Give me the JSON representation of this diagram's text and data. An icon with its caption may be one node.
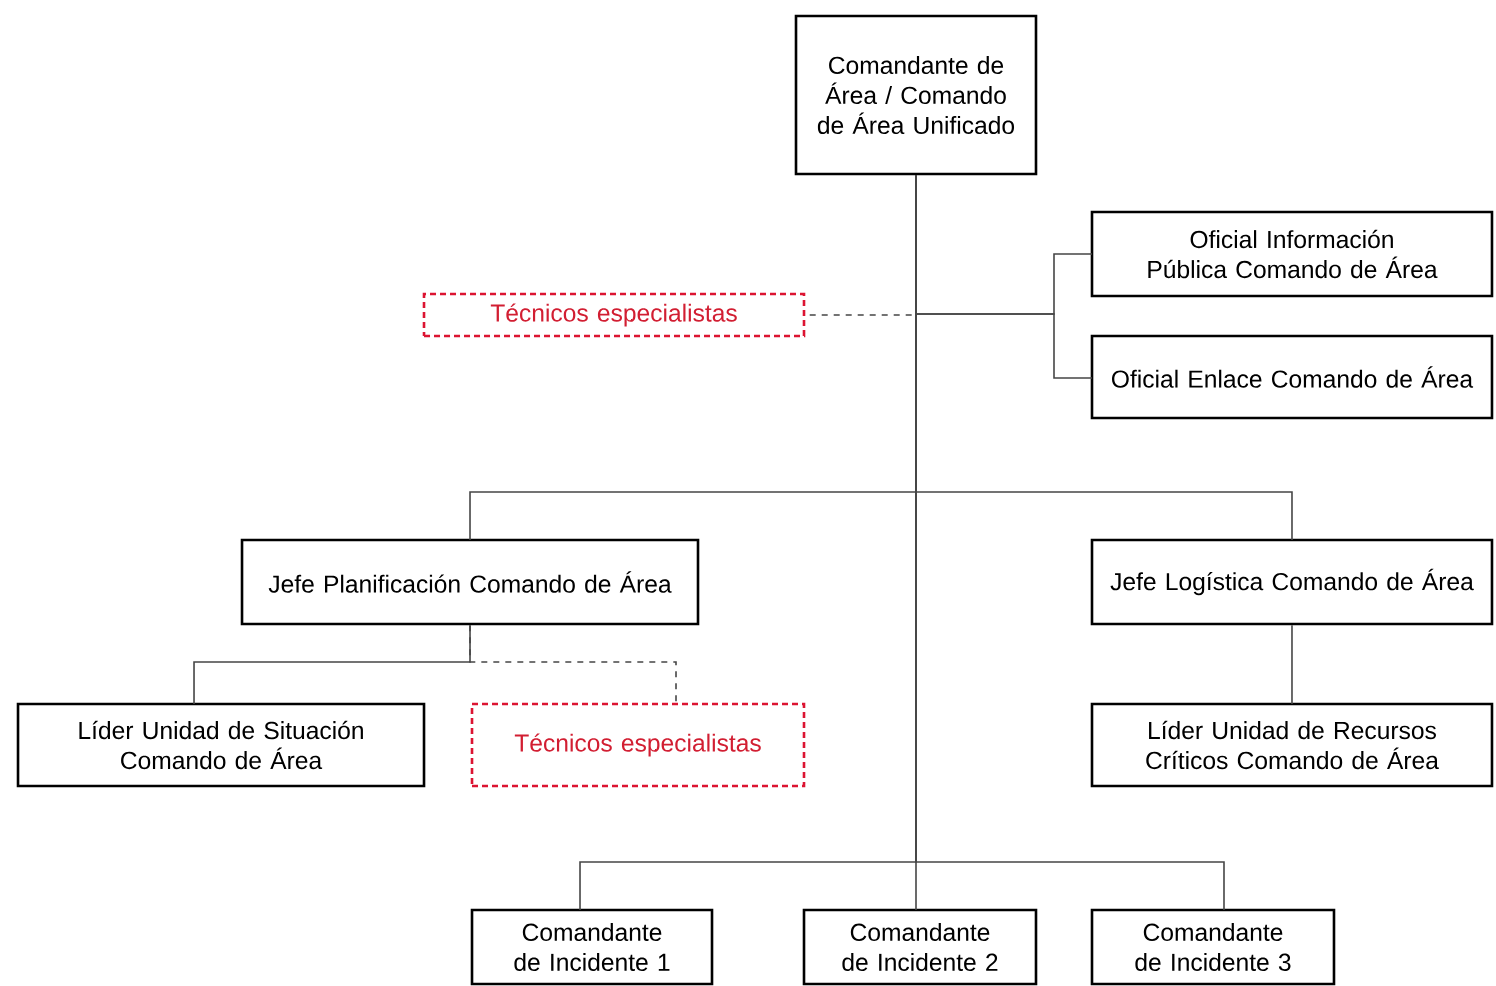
{
  "diagram": {
    "nodes": [
      {
        "text": [
          "Comandante de Área / Comando de Área Unificado"
        ]
      },
      {
        "text": [
          "Oficial Información Pública Comando de Área"
        ]
      },
      {
        "text": [
          "Oficial Enlace Comando de Área"
        ]
      },
      {
        "text": [
          "Técnicos especialistas"
        ]
      },
      {
        "text": [
          "Jefe Planificación Comando de Área"
        ]
      },
      {
        "text": [
          "Jefe Logística Comando de Área"
        ]
      },
      {
        "text": [
          "Líder Unidad de Situación Comando de Área"
        ]
      },
      {
        "text": [
          "Técnicos especialistas"
        ]
      },
      {
        "text": [
          "Líder Unidad de Recursos Críticos Comando de Área"
        ]
      },
      {
        "text": [
          "Comandante de Incidente 1"
        ]
      },
      {
        "text": [
          "Comandante de Incidente 2"
        ]
      },
      {
        "text": [
          "Comandante de Incidente 3"
        ]
      }
    ],
    "edges": [
      {
        "from": 0,
        "to": 1,
        "arrow": "none"
      },
      {
        "from": 0,
        "to": 2,
        "arrow": "none"
      },
      {
        "from": 0,
        "to": 3,
        "arrow": "none",
        "style": "dashed"
      },
      {
        "from": 0,
        "to": 4,
        "arrow": "none"
      },
      {
        "from": 0,
        "to": 5,
        "arrow": "none"
      },
      {
        "from": 4,
        "to": 6,
        "arrow": "none"
      },
      {
        "from": 4,
        "to": 7,
        "arrow": "none",
        "style": "dashed"
      },
      {
        "from": 5,
        "to": 8,
        "arrow": "none"
      },
      {
        "from": 0,
        "to": 9,
        "arrow": "none"
      },
      {
        "from": 0,
        "to": 10,
        "arrow": "none"
      },
      {
        "from": 0,
        "to": 11,
        "arrow": "none"
      }
    ]
  }
}
